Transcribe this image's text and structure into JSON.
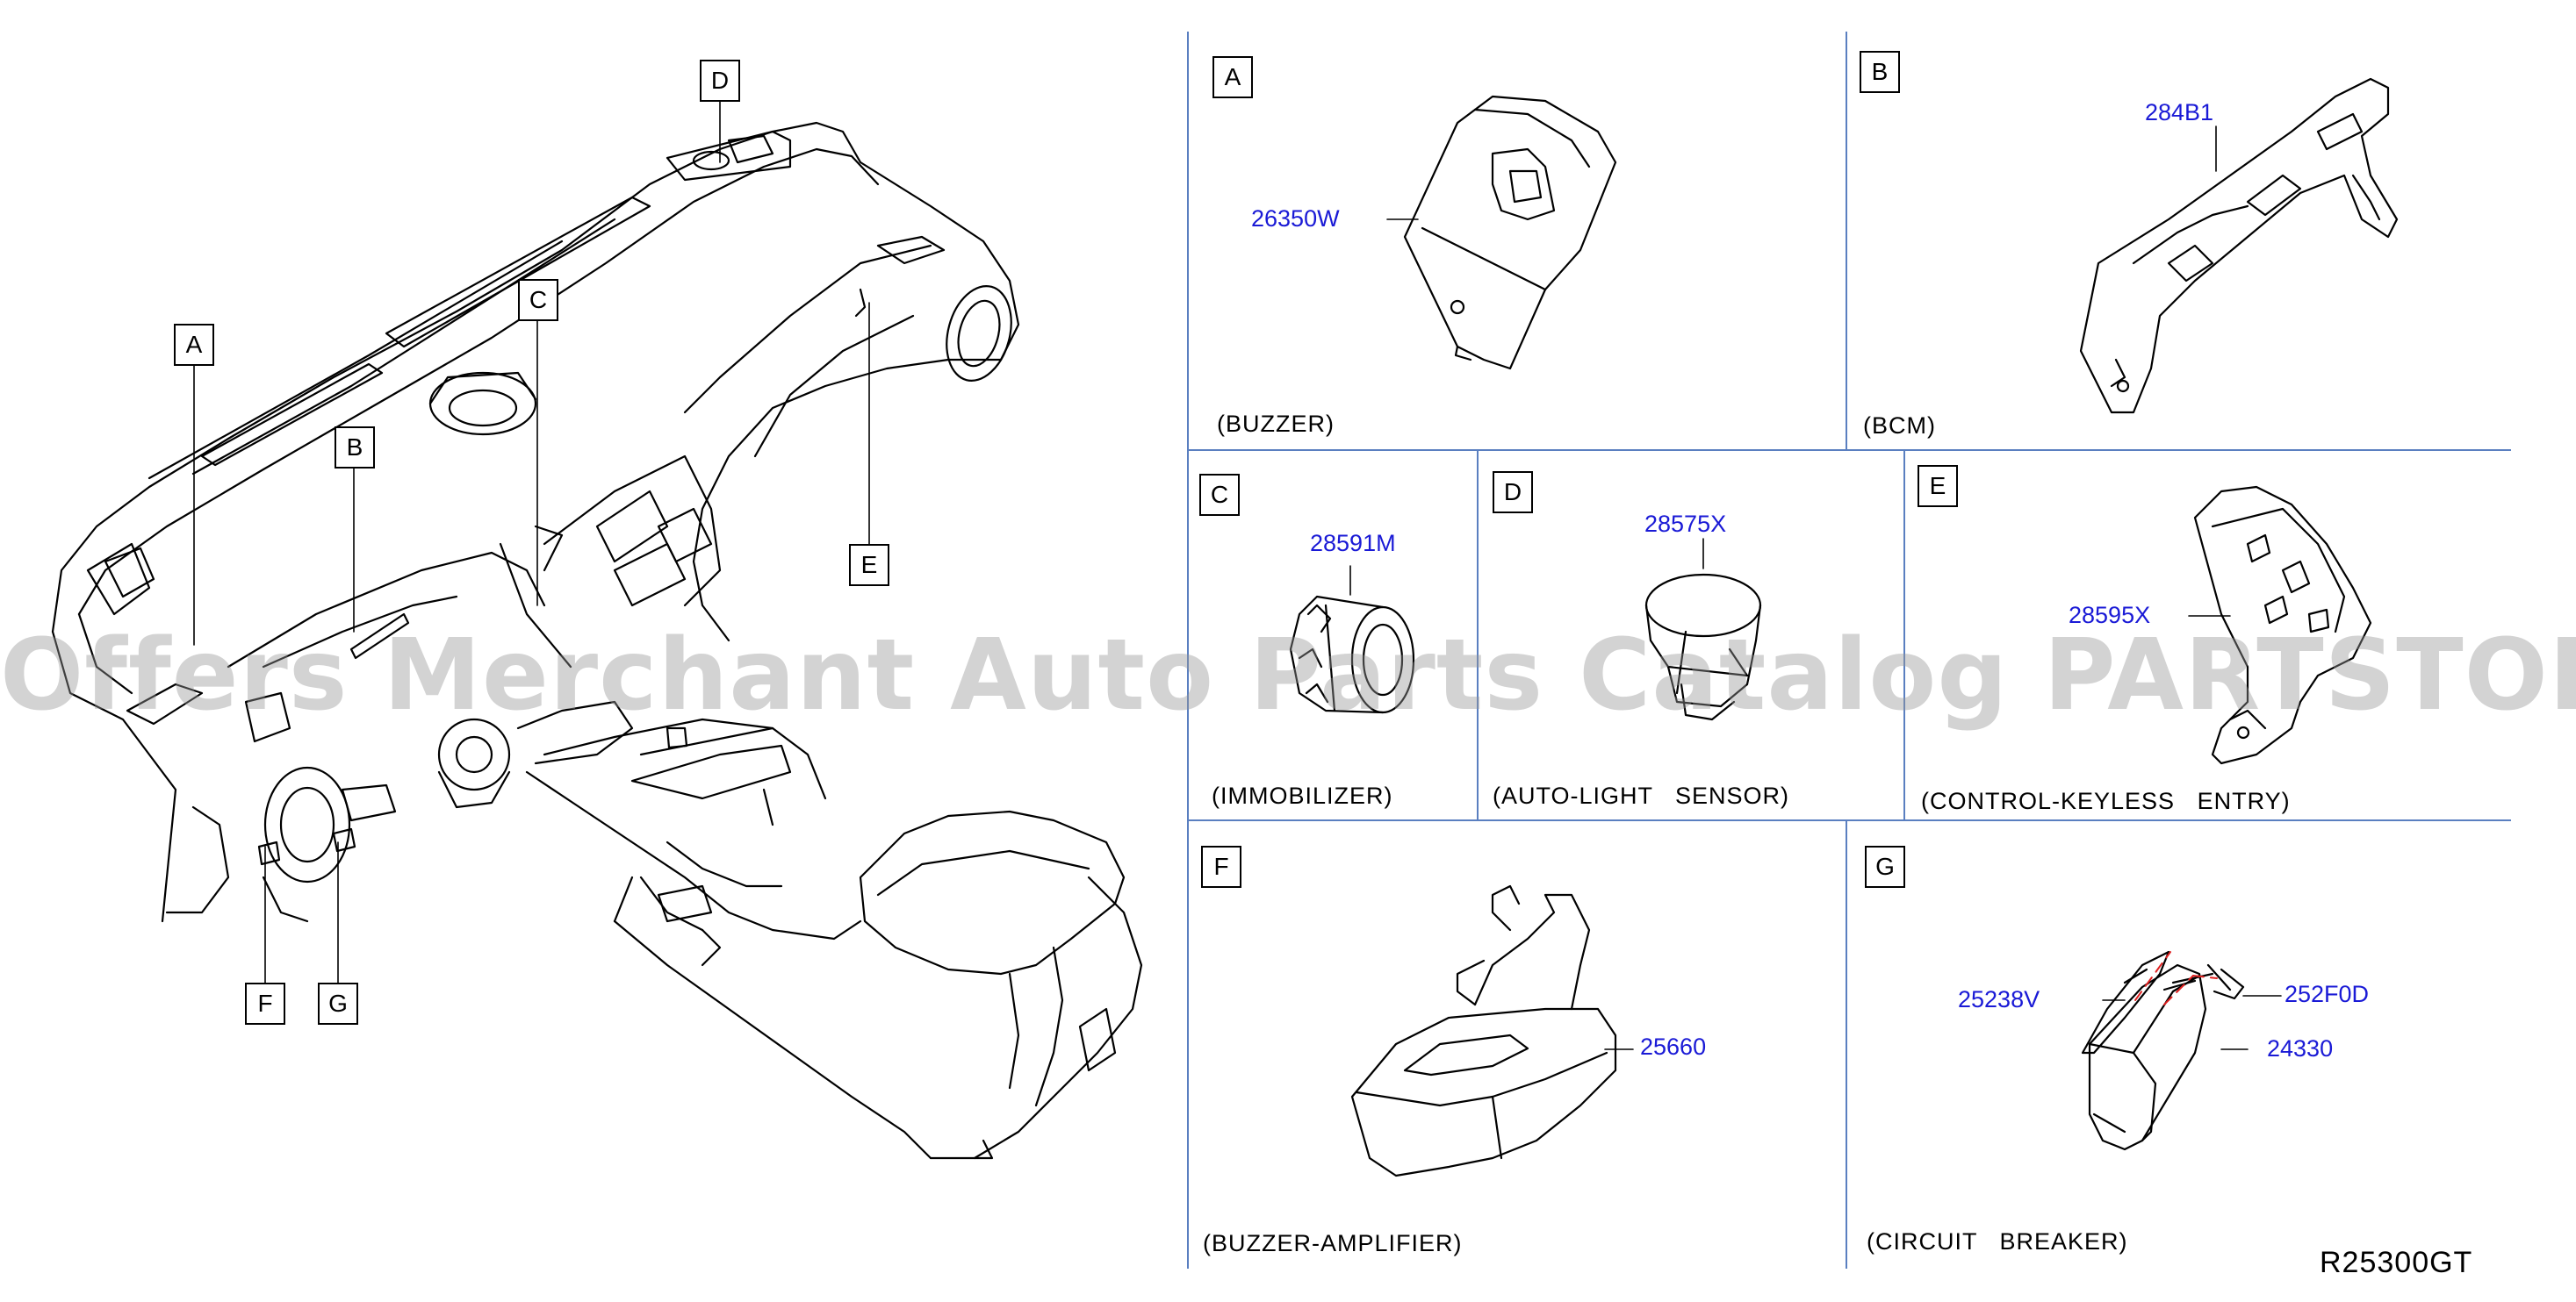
{
  "diagram": {
    "callouts": {
      "A": "A",
      "B": "B",
      "C": "C",
      "D": "D",
      "E": "E",
      "F": "F",
      "G": "G"
    },
    "panels": {
      "A": {
        "letter": "A",
        "part_number": "26350W",
        "caption": "(BUZZER)"
      },
      "B": {
        "letter": "B",
        "part_number": "284B1",
        "caption": "(BCM)"
      },
      "C": {
        "letter": "C",
        "part_number": "28591M",
        "caption": "(IMMOBILIZER)"
      },
      "D": {
        "letter": "D",
        "part_number": "28575X",
        "caption": "(AUTO-LIGHT   SENSOR)"
      },
      "E": {
        "letter": "E",
        "part_number": "28595X",
        "caption": "(CONTROL-KEYLESS   ENTRY)"
      },
      "F": {
        "letter": "F",
        "part_number": "25660",
        "caption": "(BUZZER-AMPLIFIER)"
      },
      "G": {
        "letter": "G",
        "part_numbers": {
          "relay_clip": "25238V",
          "bolt": "252F0D",
          "breaker": "24330"
        },
        "caption": "(CIRCUIT   BREAKER)"
      }
    },
    "document_number": "R25300GT",
    "watermark": "Offers Merchant Auto Parts Catalog PARTSTORE.SA",
    "colors": {
      "panel_lines": "#5a7fc0",
      "part_number_text": "#1a1ad6",
      "line_art": "#000000"
    }
  }
}
